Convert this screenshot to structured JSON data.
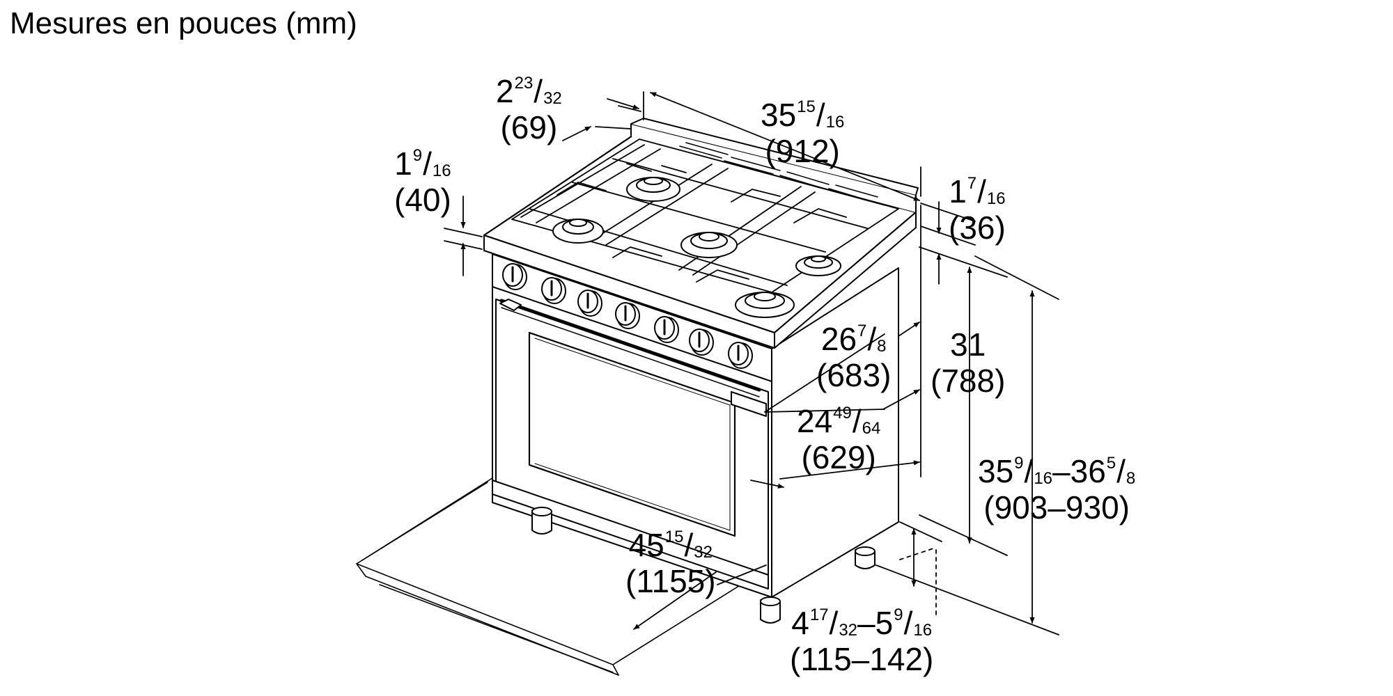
{
  "title": "Mesures en pouces (mm)",
  "dimensions": {
    "top_back_depth": {
      "whole": "2",
      "num": "23",
      "den": "32",
      "mm": "(69)"
    },
    "width": {
      "whole": "35",
      "num": "15",
      "den": "16",
      "mm": "(912)"
    },
    "cooktop_front_height": {
      "whole": "1",
      "num": "9",
      "den": "16",
      "mm": "(40)"
    },
    "backguard_height": {
      "whole": "1",
      "num": "7",
      "den": "16",
      "mm": "(36)"
    },
    "body_depth": {
      "whole": "26",
      "num": "7",
      "den": "8",
      "mm": "(683)"
    },
    "cooktop_height": {
      "whole": "31",
      "mm": "(788)"
    },
    "side_depth": {
      "whole": "24",
      "num": "49",
      "den": "64",
      "mm": "(629)"
    },
    "total_height": {
      "a_whole": "35",
      "a_num": "9",
      "a_den": "16",
      "dash": "–",
      "b_whole": "36",
      "b_num": "5",
      "b_den": "8",
      "mm": "(903–930)"
    },
    "door_open_depth": {
      "whole": "45",
      "num": "15",
      "den": "32",
      "mm": "(1155)"
    },
    "leg_height": {
      "a_whole": "4",
      "a_num": "17",
      "a_den": "32",
      "dash": "–",
      "b_whole": "5",
      "b_num": "9",
      "b_den": "16",
      "mm": "(115–142)"
    }
  }
}
